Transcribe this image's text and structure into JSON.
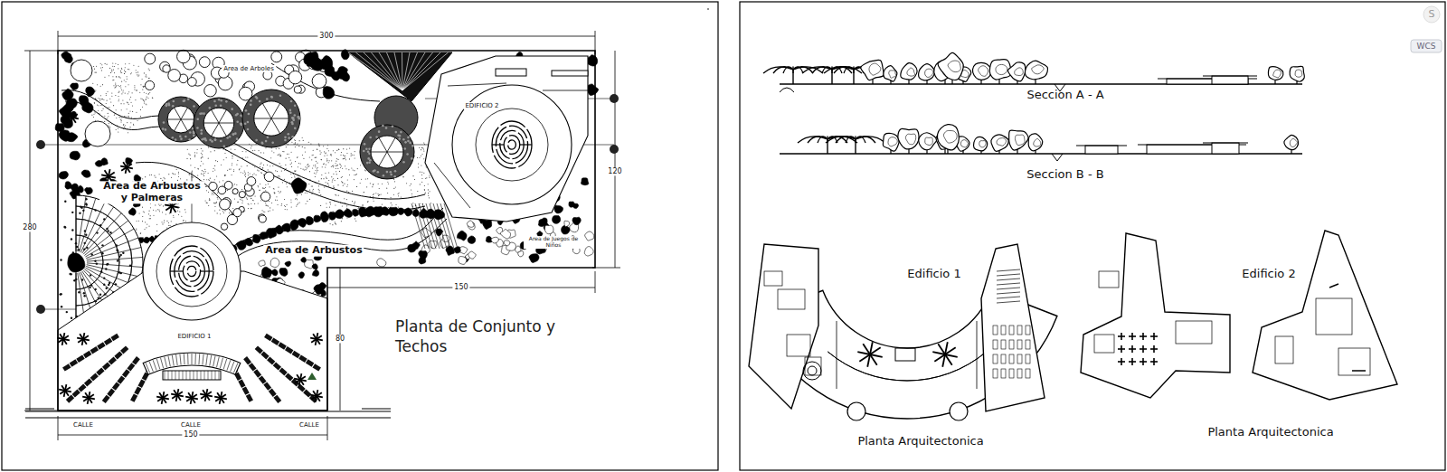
{
  "diagram": {
    "title": "Planta de Conjunto y Techos",
    "labels": [
      "300",
      "280",
      "120",
      "150",
      "80",
      "150",
      "CALLE",
      "CALLE",
      "CALLE",
      "EDIFICIO 1",
      "EDIFICIO 2",
      "Area de Arbustos y Palmeras",
      "Area de Arbustos",
      "Area de Arboles",
      "Area de Juegos de Niños",
      "Seccion A - A",
      "Seccion B - B",
      "Edificio 1",
      "Edificio 2",
      "Planta Arquitectonica",
      "Planta Arquitectonica",
      "WCS",
      "S"
    ]
  }
}
